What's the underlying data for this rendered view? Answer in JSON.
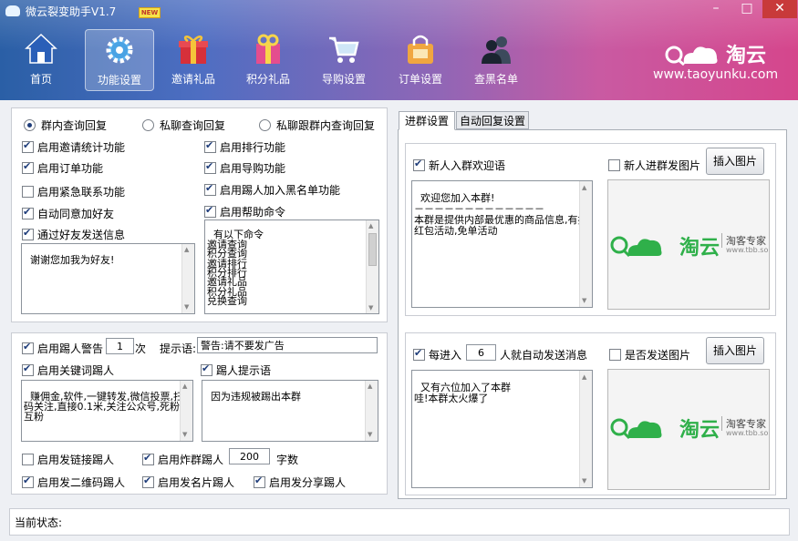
{
  "window": {
    "title": "微云裂变助手V1.7",
    "new_badge": "NEW",
    "min_label": "–",
    "max_label": "□",
    "close_label": "✕"
  },
  "nav": [
    {
      "label": "首页",
      "icon": "home-icon",
      "active": false
    },
    {
      "label": "功能设置",
      "icon": "gear-icon",
      "active": true
    },
    {
      "label": "邀请礼品",
      "icon": "gift-box-icon",
      "active": false
    },
    {
      "label": "积分礼品",
      "icon": "gift-bag-icon",
      "active": false
    },
    {
      "label": "导购设置",
      "icon": "shopping-cart-icon",
      "active": false
    },
    {
      "label": "订单设置",
      "icon": "shopping-bag-icon",
      "active": false
    },
    {
      "label": "查黑名单",
      "icon": "users-icon",
      "active": false
    }
  ],
  "brand": {
    "name": "淘云",
    "url": "www.taoyunku.com"
  },
  "reply_mode": {
    "options": [
      "群内查询回复",
      "私聊查询回复",
      "私聊跟群内查询回复"
    ],
    "selected": 0
  },
  "features": {
    "invite_stats": {
      "label": "启用邀请统计功能",
      "checked": true
    },
    "ranking": {
      "label": "启用排行功能",
      "checked": true
    },
    "orders": {
      "label": "启用订单功能",
      "checked": true
    },
    "shopping_guide": {
      "label": "启用导购功能",
      "checked": true
    },
    "emergency_contact": {
      "label": "启用紧急联系功能",
      "checked": false
    },
    "kick_blacklist": {
      "label": "启用踢人加入黑名单功能",
      "checked": true
    },
    "auto_accept_friend": {
      "label": "自动同意加好友",
      "checked": true
    },
    "help_command": {
      "label": "启用帮助命令",
      "checked": true
    },
    "friend_msg": {
      "label": "通过好友发送信息",
      "checked": true
    },
    "friend_msg_text": "谢谢您加我为好友!",
    "help_text": "有以下命令\n邀请查询\n积分查询\n邀请排行\n积分排行\n邀请礼品\n积分礼品\n兑换查询"
  },
  "kick": {
    "warn": {
      "label": "启用踢人警告",
      "checked": true,
      "count": "1",
      "unit": "次"
    },
    "prompt_label": "提示语:",
    "prompt_value": "警告:请不要发广告",
    "keyword": {
      "label": "启用关键词踢人",
      "checked": true
    },
    "keyword_text": "赚佣金,软件,一键转发,微信投票,扫码关注,直接0.1米,关注公众号,死粉,互粉",
    "kick_prompt": {
      "label": "踢人提示语",
      "checked": true
    },
    "kick_prompt_text": "因为违规被踢出本群",
    "link": {
      "label": "启用发链接踢人",
      "checked": false
    },
    "flood": {
      "label": "启用炸群踢人",
      "checked": true,
      "value": "200",
      "unit": "字数"
    },
    "qrcode": {
      "label": "启用发二维码踢人",
      "checked": true
    },
    "card": {
      "label": "启用发名片踢人",
      "checked": true
    },
    "share": {
      "label": "启用发分享踢人",
      "checked": true
    }
  },
  "tabs": [
    {
      "label": "进群设置",
      "active": true
    },
    {
      "label": "自动回复设置",
      "active": false
    }
  ],
  "welcome": {
    "label": "新人入群欢迎语",
    "checked": true,
    "text": "欢迎您加入本群!\n－－－－－－－－－－－－－\n本群是提供内部最优惠的商品信息,有抢红包活动,免单活动",
    "send_image": {
      "label": "新人进群发图片",
      "checked": false
    },
    "insert_button": "插入图片",
    "image_brand": "淘云",
    "image_tag": "淘客专家",
    "image_url": "www.tbb.so"
  },
  "auto_send": {
    "prefix": "每进入",
    "checked": true,
    "count": "6",
    "suffix": "人就自动发送消息",
    "text": "又有六位加入了本群\n哇!本群太火爆了",
    "send_image": {
      "label": "是否发送图片",
      "checked": false
    },
    "insert_button": "插入图片",
    "image_brand": "淘云",
    "image_tag": "淘客专家",
    "image_url": "www.tbb.so"
  },
  "status": {
    "label": "当前状态:"
  },
  "colors": {
    "accent": "#1f3d7a",
    "brand_green": "#2fb04a"
  }
}
